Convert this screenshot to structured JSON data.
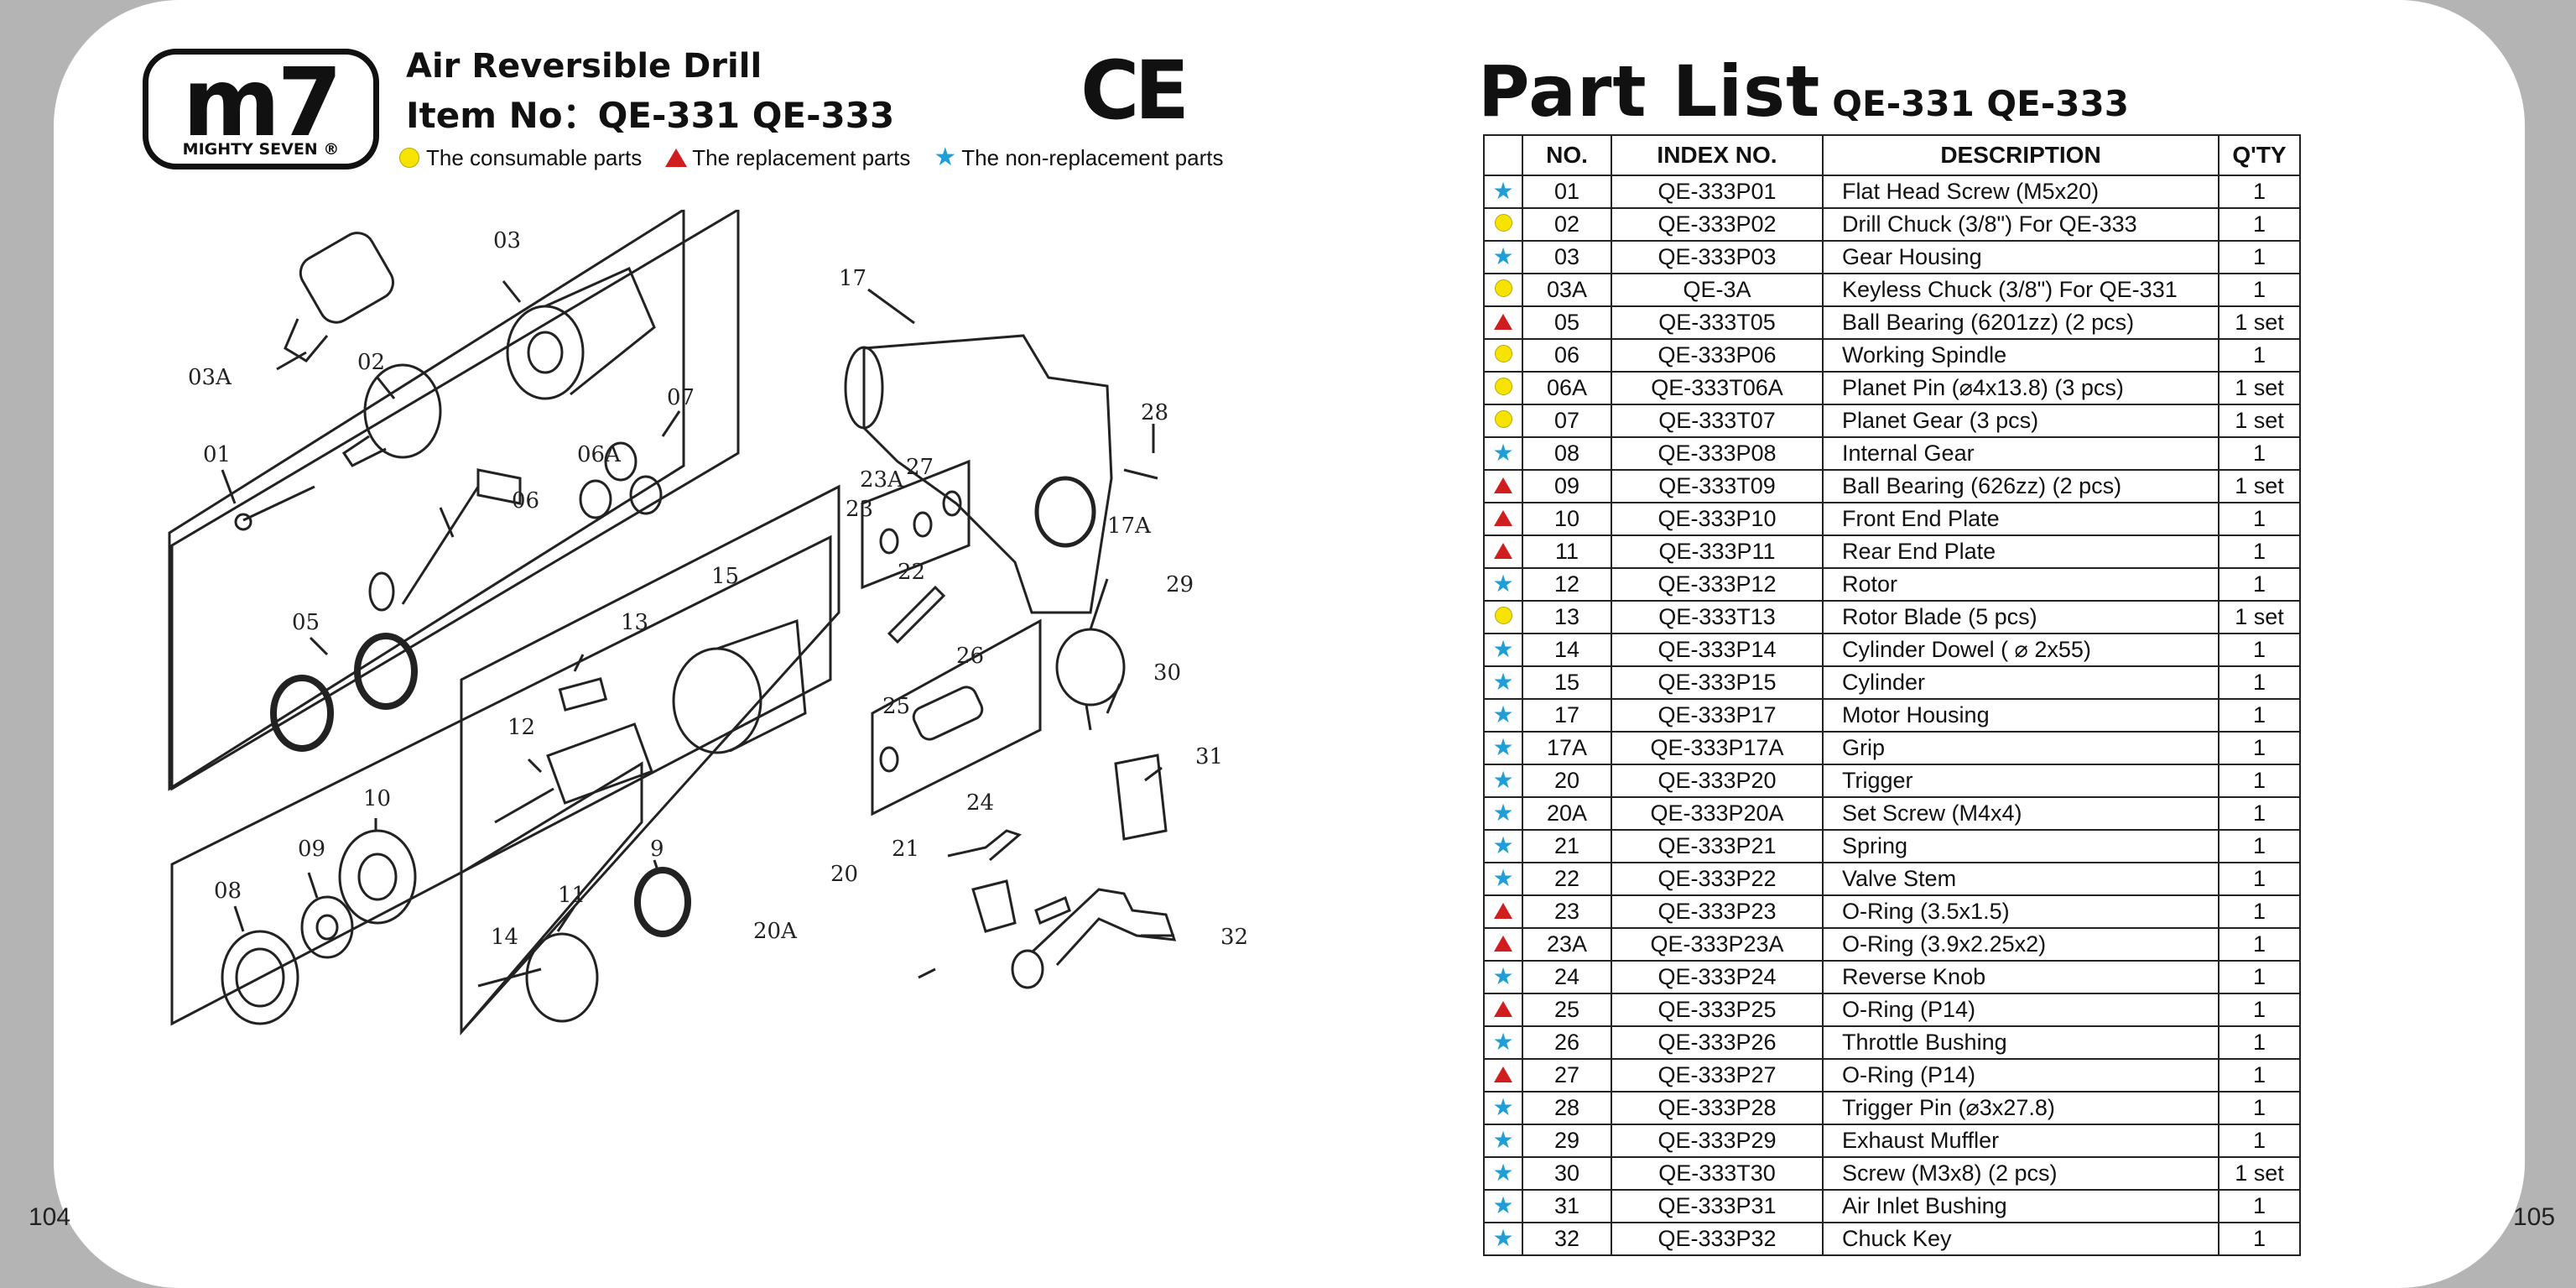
{
  "page_numbers": {
    "left": "104",
    "right": "105"
  },
  "logo": {
    "brand": "m7",
    "subtitle": "MIGHTY SEVEN ®"
  },
  "header": {
    "product_title": "Air Reversible Drill",
    "item_no": "Item No：QE-331 QE-333",
    "ce_mark": "CE"
  },
  "legend": {
    "consumable": "The consumable parts",
    "replacement": "The replacement parts",
    "non_replacement": "The non-replacement parts"
  },
  "colors": {
    "consumable": "#f6e400",
    "replacement": "#d01e1e",
    "non_replacement": "#1f9ed8"
  },
  "diagram_labels": [
    "03",
    "03A",
    "02",
    "01",
    "07",
    "06A",
    "06",
    "05",
    "13",
    "15",
    "12",
    "10",
    "09",
    "08",
    "9",
    "11",
    "14",
    "17",
    "28",
    "23A",
    "27",
    "23",
    "17A",
    "22",
    "29",
    "26",
    "30",
    "25",
    "31",
    "24",
    "21",
    "20",
    "20A",
    "32"
  ],
  "part_list": {
    "title": "Part  List",
    "models": "QE-331 QE-333",
    "headers": {
      "no": "NO.",
      "index": "INDEX NO.",
      "description": "DESCRIPTION",
      "qty": "Q'TY"
    },
    "rows": [
      {
        "type": "non_replacement",
        "no": "01",
        "index": "QE-333P01",
        "description": "Flat Head Screw (M5x20)",
        "qty": "1"
      },
      {
        "type": "consumable",
        "no": "02",
        "index": "QE-333P02",
        "description": "Drill Chuck (3/8\") For QE-333",
        "qty": "1"
      },
      {
        "type": "non_replacement",
        "no": "03",
        "index": "QE-333P03",
        "description": "Gear Housing",
        "qty": "1"
      },
      {
        "type": "consumable",
        "no": "03A",
        "index": "QE-3A",
        "description": "Keyless Chuck (3/8\") For QE-331",
        "qty": "1"
      },
      {
        "type": "replacement",
        "no": "05",
        "index": "QE-333T05",
        "description": "Ball Bearing (6201zz) (2 pcs)",
        "qty": "1 set"
      },
      {
        "type": "consumable",
        "no": "06",
        "index": "QE-333P06",
        "description": "Working Spindle",
        "qty": "1"
      },
      {
        "type": "consumable",
        "no": "06A",
        "index": "QE-333T06A",
        "description": "Planet Pin (⌀4x13.8) (3 pcs)",
        "qty": "1 set"
      },
      {
        "type": "consumable",
        "no": "07",
        "index": "QE-333T07",
        "description": "Planet Gear (3 pcs)",
        "qty": "1 set"
      },
      {
        "type": "non_replacement",
        "no": "08",
        "index": "QE-333P08",
        "description": "Internal Gear",
        "qty": "1"
      },
      {
        "type": "replacement",
        "no": "09",
        "index": "QE-333T09",
        "description": "Ball Bearing (626zz)  (2 pcs)",
        "qty": "1 set"
      },
      {
        "type": "replacement",
        "no": "10",
        "index": "QE-333P10",
        "description": "Front End Plate",
        "qty": "1"
      },
      {
        "type": "replacement",
        "no": "11",
        "index": "QE-333P11",
        "description": "Rear End Plate",
        "qty": "1"
      },
      {
        "type": "non_replacement",
        "no": "12",
        "index": "QE-333P12",
        "description": "Rotor",
        "qty": "1"
      },
      {
        "type": "consumable",
        "no": "13",
        "index": "QE-333T13",
        "description": "Rotor Blade  (5 pcs)",
        "qty": "1 set"
      },
      {
        "type": "non_replacement",
        "no": "14",
        "index": "QE-333P14",
        "description": "Cylinder Dowel ( ⌀ 2x55)",
        "qty": "1"
      },
      {
        "type": "non_replacement",
        "no": "15",
        "index": "QE-333P15",
        "description": "Cylinder",
        "qty": "1"
      },
      {
        "type": "non_replacement",
        "no": "17",
        "index": "QE-333P17",
        "description": "Motor Housing",
        "qty": "1"
      },
      {
        "type": "non_replacement",
        "no": "17A",
        "index": "QE-333P17A",
        "description": "Grip",
        "qty": "1"
      },
      {
        "type": "non_replacement",
        "no": "20",
        "index": "QE-333P20",
        "description": "Trigger",
        "qty": "1"
      },
      {
        "type": "non_replacement",
        "no": "20A",
        "index": "QE-333P20A",
        "description": "Set Screw (M4x4)",
        "qty": "1"
      },
      {
        "type": "non_replacement",
        "no": "21",
        "index": "QE-333P21",
        "description": "Spring",
        "qty": "1"
      },
      {
        "type": "non_replacement",
        "no": "22",
        "index": "QE-333P22",
        "description": "Valve Stem",
        "qty": "1"
      },
      {
        "type": "replacement",
        "no": "23",
        "index": "QE-333P23",
        "description": "O-Ring (3.5x1.5)",
        "qty": "1"
      },
      {
        "type": "replacement",
        "no": "23A",
        "index": "QE-333P23A",
        "description": "O-Ring (3.9x2.25x2)",
        "qty": "1"
      },
      {
        "type": "non_replacement",
        "no": "24",
        "index": "QE-333P24",
        "description": "Reverse Knob",
        "qty": "1"
      },
      {
        "type": "replacement",
        "no": "25",
        "index": "QE-333P25",
        "description": "O-Ring (P14)",
        "qty": "1"
      },
      {
        "type": "non_replacement",
        "no": "26",
        "index": "QE-333P26",
        "description": "Throttle Bushing",
        "qty": "1"
      },
      {
        "type": "replacement",
        "no": "27",
        "index": "QE-333P27",
        "description": "O-Ring (P14)",
        "qty": "1"
      },
      {
        "type": "non_replacement",
        "no": "28",
        "index": "QE-333P28",
        "description": "Trigger Pin (⌀3x27.8)",
        "qty": "1"
      },
      {
        "type": "non_replacement",
        "no": "29",
        "index": "QE-333P29",
        "description": "Exhaust Muffler",
        "qty": "1"
      },
      {
        "type": "non_replacement",
        "no": "30",
        "index": "QE-333T30",
        "description": "Screw (M3x8)  (2 pcs)",
        "qty": "1 set"
      },
      {
        "type": "non_replacement",
        "no": "31",
        "index": "QE-333P31",
        "description": "Air Inlet Bushing",
        "qty": "1"
      },
      {
        "type": "non_replacement",
        "no": "32",
        "index": "QE-333P32",
        "description": "Chuck Key",
        "qty": "1"
      }
    ]
  }
}
